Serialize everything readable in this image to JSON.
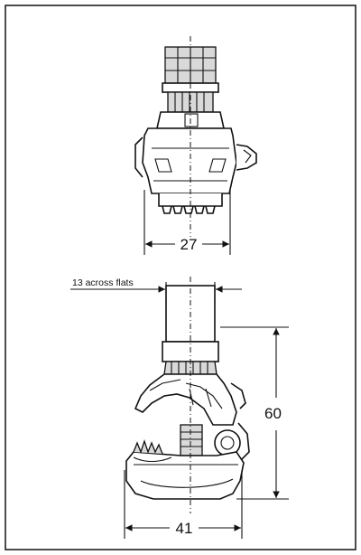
{
  "dimensions": {
    "top_width": "27",
    "across_flats": "13 across flats",
    "height": "60",
    "bottom_width": "41"
  }
}
